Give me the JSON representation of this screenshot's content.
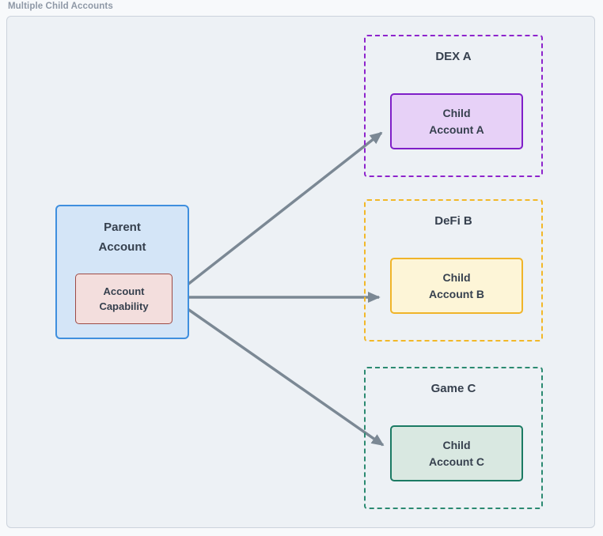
{
  "window": {
    "title": "Multiple Child Accounts"
  },
  "diagram": {
    "parent_account": {
      "label_line1": "Parent",
      "label_line2": "Account",
      "fill": "#d4e5f7",
      "border": "#3f8fde",
      "capability": {
        "label_line1": "Account",
        "label_line2": "Capability",
        "fill": "#f3dedd",
        "border": "#9e4b46"
      }
    },
    "groups": [
      {
        "label": "DEX A",
        "dash_color": "#8e24cc",
        "child": {
          "label_line1": "Child",
          "label_line2": "Account A",
          "fill": "#e7d1f7",
          "border": "#7f1fc8"
        }
      },
      {
        "label": "DeFi B",
        "dash_color": "#f2b828",
        "child": {
          "label_line1": "Child",
          "label_line2": "Account B",
          "fill": "#fdf5d7",
          "border": "#f0b429"
        }
      },
      {
        "label": "Game C",
        "dash_color": "#2b8a71",
        "child": {
          "label_line1": "Child",
          "label_line2": "Account C",
          "fill": "#d9e8e1",
          "border": "#1b7a63"
        }
      }
    ],
    "arrows": {
      "color": "#7b8894",
      "count": 3,
      "from": "Account Capability",
      "to": [
        "Child Account A",
        "Child Account B",
        "Child Account C"
      ]
    },
    "canvas_fill": "#edf1f5",
    "text_color": "#36404e"
  }
}
